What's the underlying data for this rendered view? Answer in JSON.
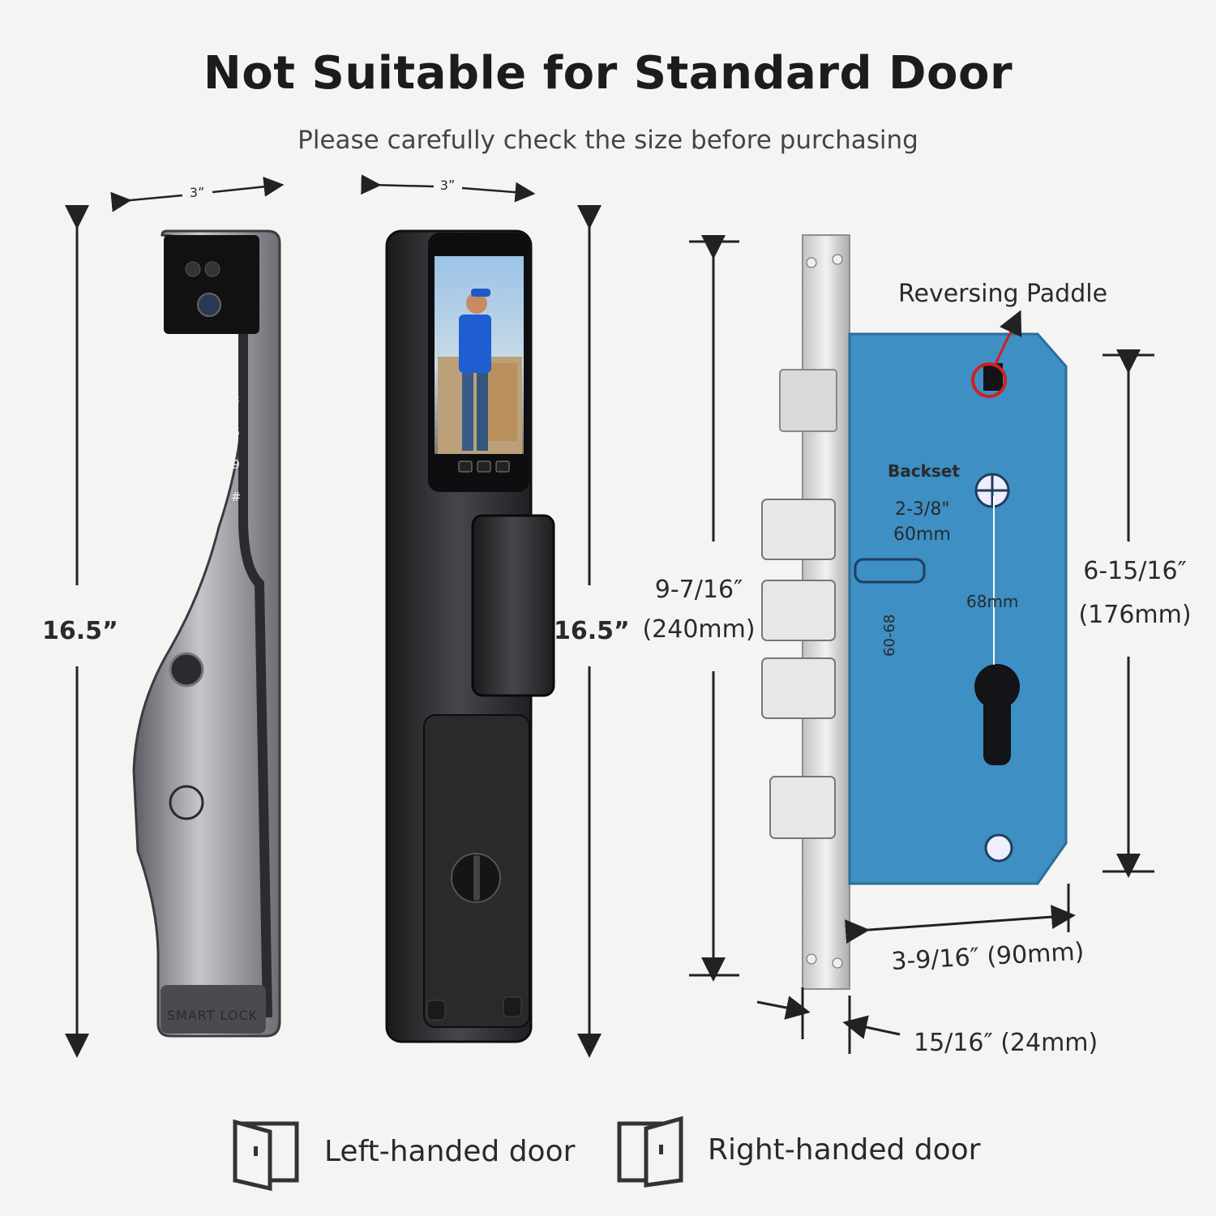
{
  "header": {
    "title": "Not Suitable for Standard Door",
    "subtitle": "Please carefully check the size before purchasing"
  },
  "lock_front": {
    "width_label": "3ˮ",
    "height_label": "16.5ˮ",
    "keypad": [
      "1",
      "2",
      "3",
      "4",
      "5",
      "6",
      "7",
      "8",
      "9",
      "*",
      "0",
      "#"
    ],
    "brand": "SMART LOCK"
  },
  "lock_back": {
    "width_label": "3ˮ",
    "height_label": "16.5ˮ"
  },
  "mortise": {
    "paddle_label": "Reversing Paddle",
    "backset_label": "Backset",
    "backset_in": "2-3/8\"",
    "backset_mm": "60mm",
    "center_label": "68mm",
    "stamp": "60-68",
    "height_in": "9-7/16″",
    "height_mm": "(240mm)",
    "body_h_in": "6-15/16″",
    "body_h_mm": "(176mm)",
    "depth": "3-9/16″  (90mm)",
    "faceplate": "15/16″  (24mm)"
  },
  "doors": {
    "left": "Left-handed door",
    "right": "Right-handed door"
  },
  "colors": {
    "accent": "#3d8fc4",
    "highlight": "#d21f1f"
  }
}
